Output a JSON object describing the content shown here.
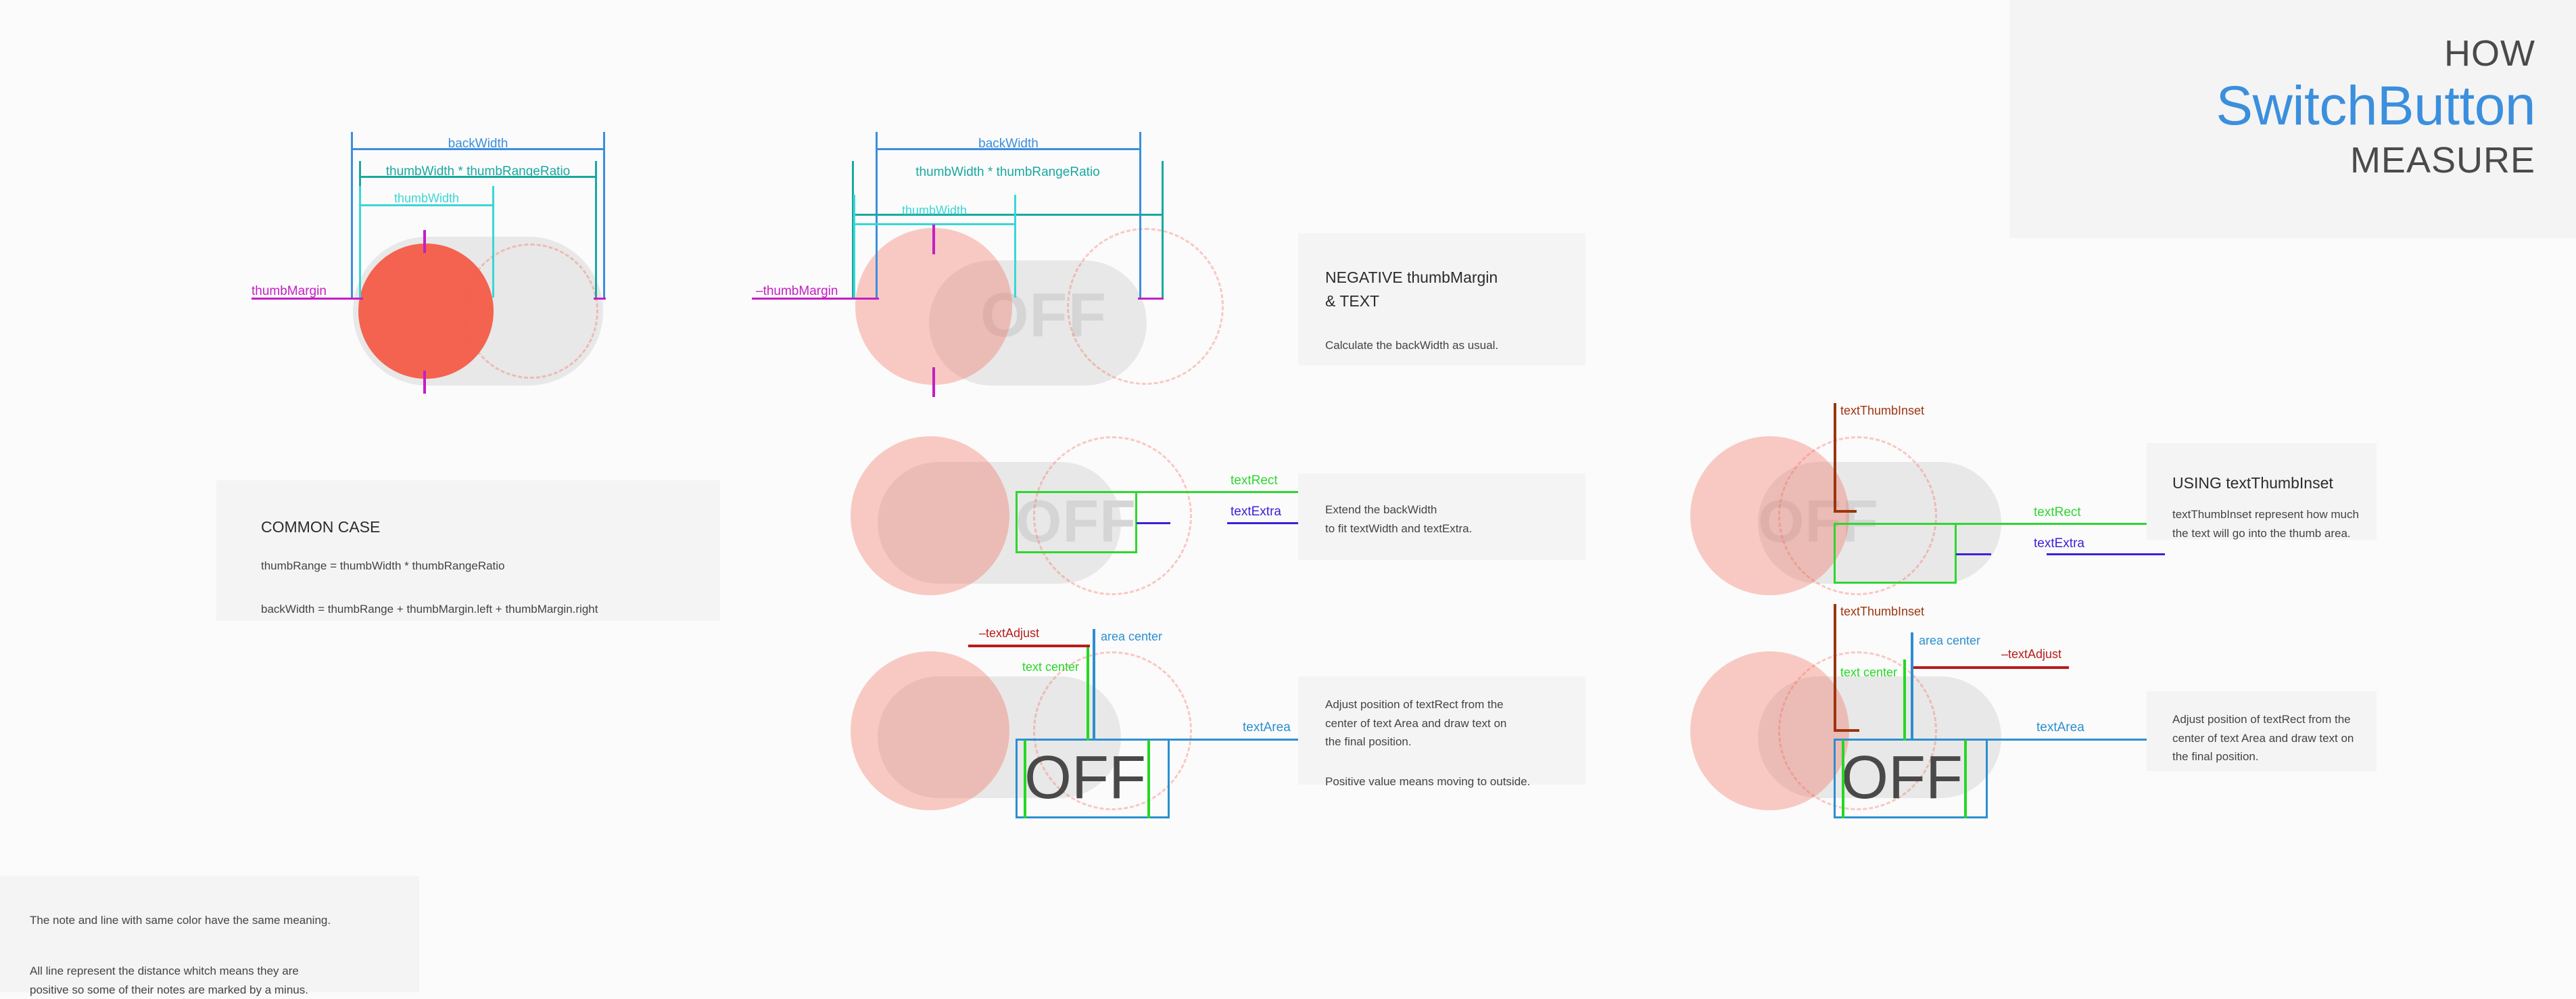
{
  "header": {
    "how": "HOW",
    "title": "SwitchButton",
    "measure": "MEASURE"
  },
  "colors": {
    "accent_blue": "#3b8fdd",
    "thumb": "#f4634f",
    "back_track": "#e8e8e8",
    "card_bg": "#f4f4f4",
    "page_bg": "#fbfbfb",
    "back_width": "#3b8fdd",
    "thumb_range": "#19a8a0",
    "thumb_width": "#3bd6d6",
    "thumb_margin": "#c41fc4",
    "text_rect": "#2fd62f",
    "text_extra": "#3a22d8",
    "text_area": "#2b8fd0",
    "text_adjust": "#b81c1c",
    "text_thumb_inset": "#9c3410",
    "text_center": "#24d824"
  },
  "labels": {
    "backWidth": "backWidth",
    "thumbRange": "thumbWidth * thumbRangeRatio",
    "thumbWidth": "thumbWidth",
    "thumbMargin": "thumbMargin",
    "negThumbMargin": "–thumbMargin",
    "textRect": "textRect",
    "textExtra": "textExtra",
    "textArea": "textArea",
    "negTextAdjust": "–textAdjust",
    "areaCenter": "area center",
    "textCenter": "text center",
    "textThumbInset": "textThumbInset",
    "off": "OFF"
  },
  "cards": {
    "common_case": {
      "title": "COMMON CASE",
      "line1": "thumbRange = thumbWidth * thumbRangeRatio",
      "line2": "backWidth = thumbRange + thumbMargin.left + thumbMargin.right"
    },
    "negative_margin": {
      "title": "NEGATIVE thumbMargin\n& TEXT",
      "body": "Calculate the backWidth as usual."
    },
    "extend_backwidth": {
      "body": "Extend the backWidth\nto fit textWidth and textExtra."
    },
    "adjust_mid": {
      "body1": "Adjust position of textRect from the\ncenter of text Area and draw text on\nthe final position.",
      "body2": "Positive value means moving to outside."
    },
    "using_inset": {
      "title": "USING textThumbInset",
      "body": "textThumbInset represent how much\nthe text will go into the thumb area."
    },
    "adjust_right": {
      "body": "Adjust position of textRect from the\ncenter of text Area and draw text on\nthe final position."
    }
  },
  "footer": {
    "line1": "The note and line with same color have the same meaning.",
    "line2": "All line represent the distance whitch means they are\npositive so some of their notes are marked by a minus."
  }
}
